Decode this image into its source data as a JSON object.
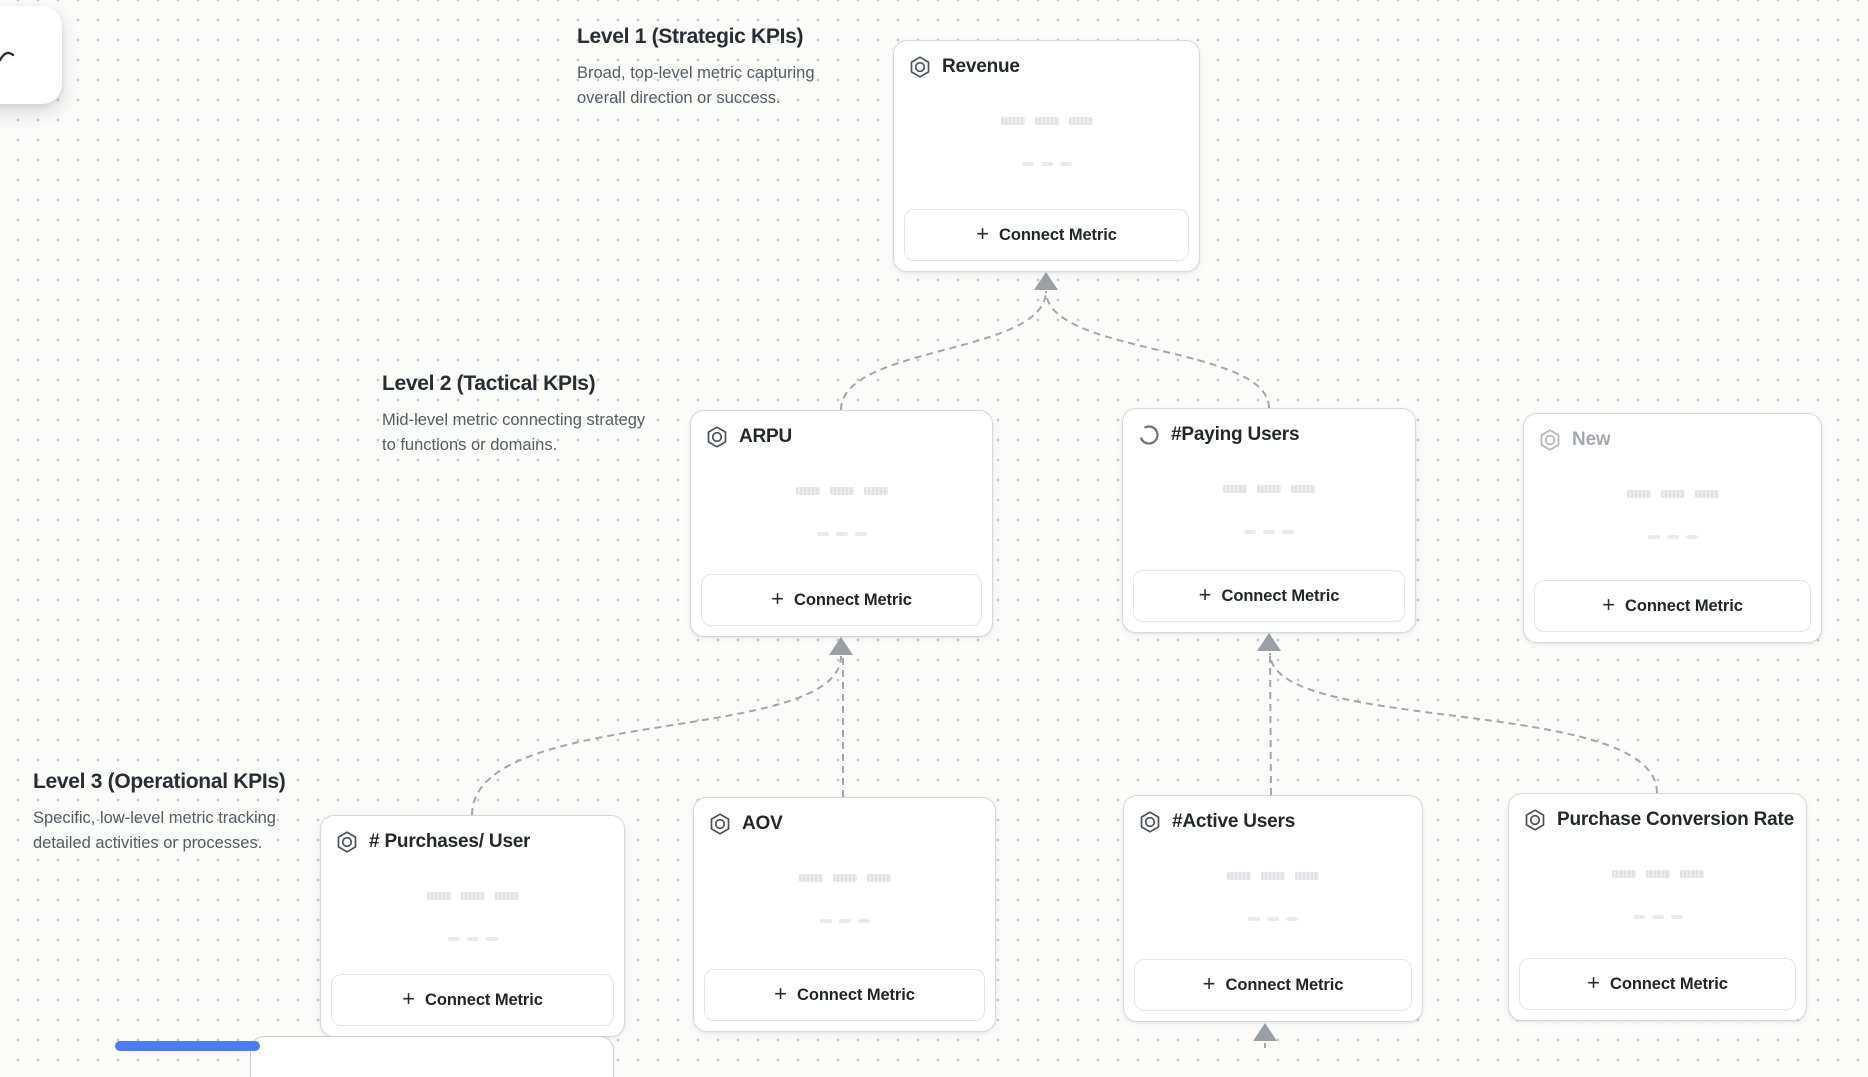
{
  "ui": {
    "connect_metric_label": "Connect Metric",
    "plus_glyph": "+"
  },
  "levels": [
    {
      "heading": "Level 1 (Strategic KPIs)",
      "description": "Broad, top-level metric capturing overall direction or success."
    },
    {
      "heading": "Level 2 (Tactical KPIs)",
      "description": "Mid-level metric connecting strategy to functions or domains."
    },
    {
      "heading": "Level 3 (Operational KPIs)",
      "description": "Specific, low-level metric tracking detailed activities or processes."
    }
  ],
  "cards": [
    {
      "title": "Revenue",
      "icon": "metric-hexagon-icon",
      "level": 1,
      "state": "default"
    },
    {
      "title": "ARPU",
      "icon": "metric-hexagon-icon",
      "level": 2,
      "state": "default"
    },
    {
      "title": "#Paying Users",
      "icon": "loading-spinner-icon",
      "level": 2,
      "state": "loading"
    },
    {
      "title": "New",
      "icon": "metric-hexagon-icon",
      "level": 2,
      "state": "pending"
    },
    {
      "title": "# Purchases/ User",
      "icon": "metric-hexagon-icon",
      "level": 3,
      "state": "default"
    },
    {
      "title": "AOV",
      "icon": "metric-hexagon-icon",
      "level": 3,
      "state": "default"
    },
    {
      "title": "#Active Users",
      "icon": "metric-hexagon-icon",
      "level": 3,
      "state": "default"
    },
    {
      "title": "Purchase Conversion Rate",
      "icon": "metric-hexagon-icon",
      "level": 3,
      "state": "default"
    }
  ],
  "colors": {
    "accent_blue": "#4c7cf6",
    "connector_gray": "#a3a7ad",
    "arrowhead_gray": "#9aa0a6"
  }
}
